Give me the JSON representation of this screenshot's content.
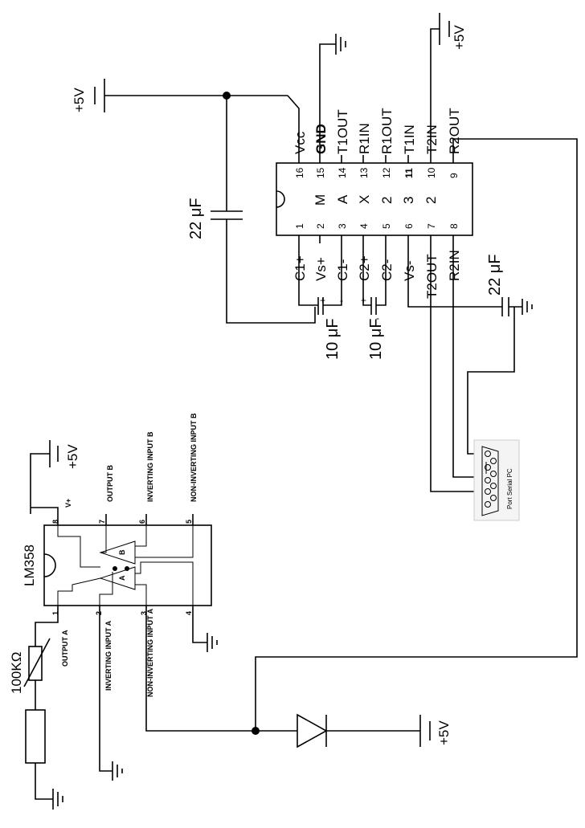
{
  "max232": {
    "chip_code": [
      "M",
      "A",
      "X",
      "2",
      "3",
      "2"
    ],
    "top_pins": [
      {
        "num": "16",
        "name": "Vcc"
      },
      {
        "num": "15",
        "name": "GND"
      },
      {
        "num": "14",
        "name": "T1OUT"
      },
      {
        "num": "13",
        "name": "R1IN"
      },
      {
        "num": "12",
        "name": "R1OUT"
      },
      {
        "num": "11",
        "name": "T1IN"
      },
      {
        "num": "10",
        "name": "T2IN"
      },
      {
        "num": "9",
        "name": "R2OUT"
      }
    ],
    "bottom_pins": [
      {
        "num": "1",
        "name": "C1+"
      },
      {
        "num": "2",
        "name": "Vs+"
      },
      {
        "num": "3",
        "name": "C1-"
      },
      {
        "num": "4",
        "name": "C2+"
      },
      {
        "num": "5",
        "name": "C2-"
      },
      {
        "num": "6",
        "name": "Vs-"
      },
      {
        "num": "7",
        "name": "T2OUT"
      },
      {
        "num": "8",
        "name": "R2IN"
      }
    ]
  },
  "supply_labels": {
    "top_left": "+5V",
    "top_right": "+5V",
    "lm_supply": "+5V",
    "diode_supply": "+5V"
  },
  "caps": {
    "c_vcc": "22 μF",
    "c_c1": "10 μF",
    "c_c2": "10 μF",
    "c_vs": "22 μF",
    "plus": "+",
    "minus": "-"
  },
  "serial_port_label": "Port Serial PC",
  "lm358": {
    "part": "LM358",
    "pins": [
      {
        "num": "1",
        "label": "OUTPUT A"
      },
      {
        "num": "2",
        "label": "INVERTING INPUT A"
      },
      {
        "num": "3",
        "label": "NON-INVERTING INPUT A"
      },
      {
        "num": "4",
        "label": ""
      },
      {
        "num": "5",
        "label": "NON-INVERTING INPUT B"
      },
      {
        "num": "6",
        "label": "INVERTING INPUT B"
      },
      {
        "num": "7",
        "label": "OUTPUT B"
      },
      {
        "num": "8",
        "label": "V+"
      }
    ],
    "opamp_a": "A",
    "opamp_b": "B"
  },
  "resistor_label": "100KΩ"
}
